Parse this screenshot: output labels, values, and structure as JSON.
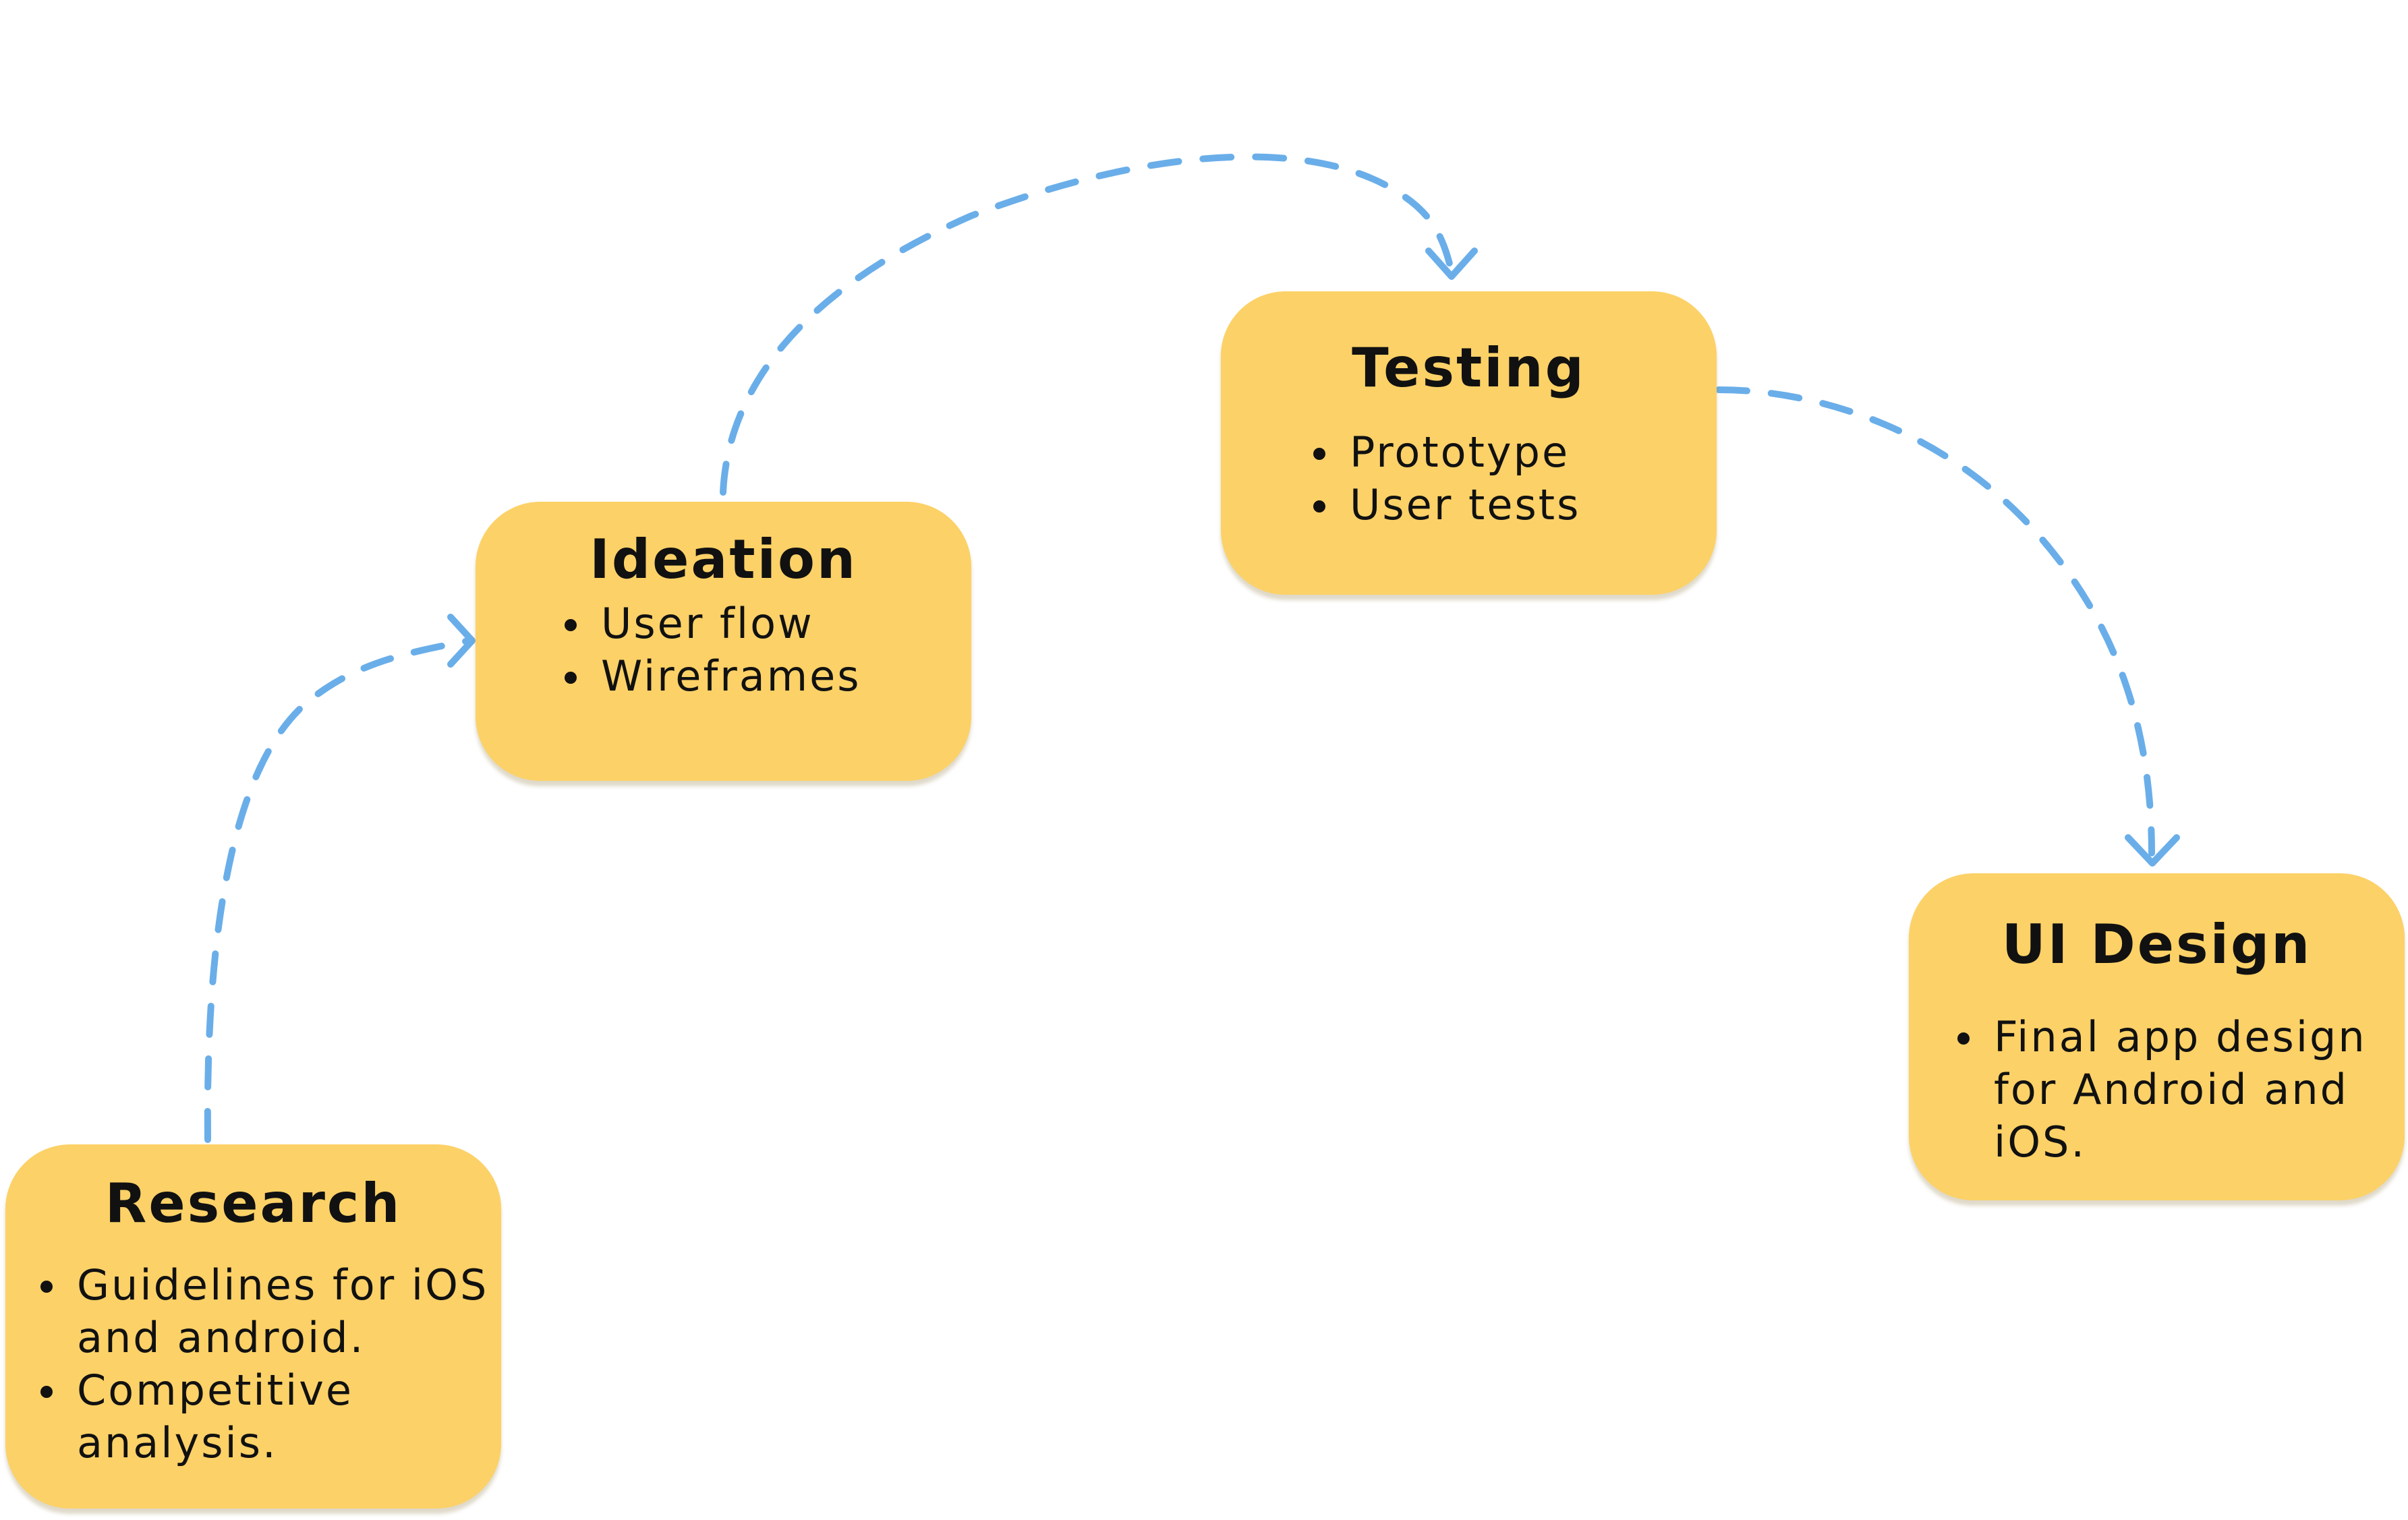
{
  "colors": {
    "node_fill": "#fcd167",
    "connector": "#6aaee9",
    "text": "#111111",
    "background": "#ffffff"
  },
  "nodes": [
    {
      "title": "Research",
      "items": [
        "Guidelines for iOS and android.",
        "Competitive analysis."
      ]
    },
    {
      "title": "Ideation",
      "items": [
        "User flow",
        "Wireframes"
      ]
    },
    {
      "title": "Testing",
      "items": [
        "Prototype",
        "User tests"
      ]
    },
    {
      "title": "UI Design",
      "items": [
        "Final app design for Android and iOS."
      ]
    }
  ],
  "connectors": [
    {
      "from": "Research",
      "to": "Ideation",
      "style": "dashed-arrow"
    },
    {
      "from": "Ideation",
      "to": "Testing",
      "style": "dashed-arrow"
    },
    {
      "from": "Testing",
      "to": "UI Design",
      "style": "dashed-arrow"
    }
  ]
}
